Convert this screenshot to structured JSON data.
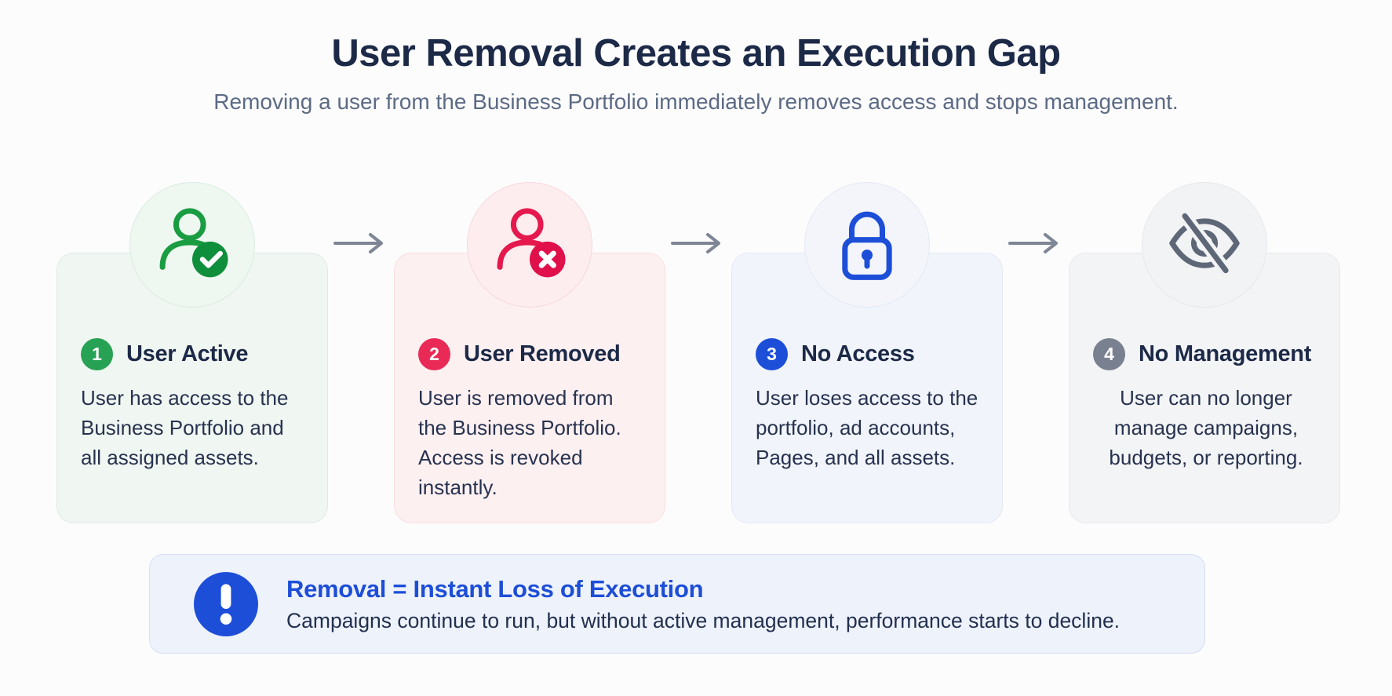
{
  "header": {
    "title": "User Removal Creates an Execution Gap",
    "subtitle": "Removing a user from the Business Portfolio immediately removes access and stops management."
  },
  "steps": [
    {
      "number": "1",
      "title": "User Active",
      "description": "User has access to the Business Portfolio and all assigned assets.",
      "icon": "user-check-icon",
      "accent_color": "#27a254"
    },
    {
      "number": "2",
      "title": "User Removed",
      "description": "User is removed from the Business Portfolio. Access is revoked instantly.",
      "icon": "user-x-icon",
      "accent_color": "#ea2a56"
    },
    {
      "number": "3",
      "title": "No Access",
      "description": "User loses access to the portfolio, ad accounts, Pages, and all assets.",
      "icon": "lock-icon",
      "accent_color": "#1d4ed8"
    },
    {
      "number": "4",
      "title": "No Management",
      "description": "User can no longer manage campaigns, budgets, or reporting.",
      "icon": "eye-slash-icon",
      "accent_color": "#79808f"
    }
  ],
  "callout": {
    "title": "Removal = Instant Loss of Execution",
    "body": "Campaigns continue to run, but without active management, performance starts to decline.",
    "icon": "exclamation-icon",
    "accent_color": "#1d4ed8"
  }
}
